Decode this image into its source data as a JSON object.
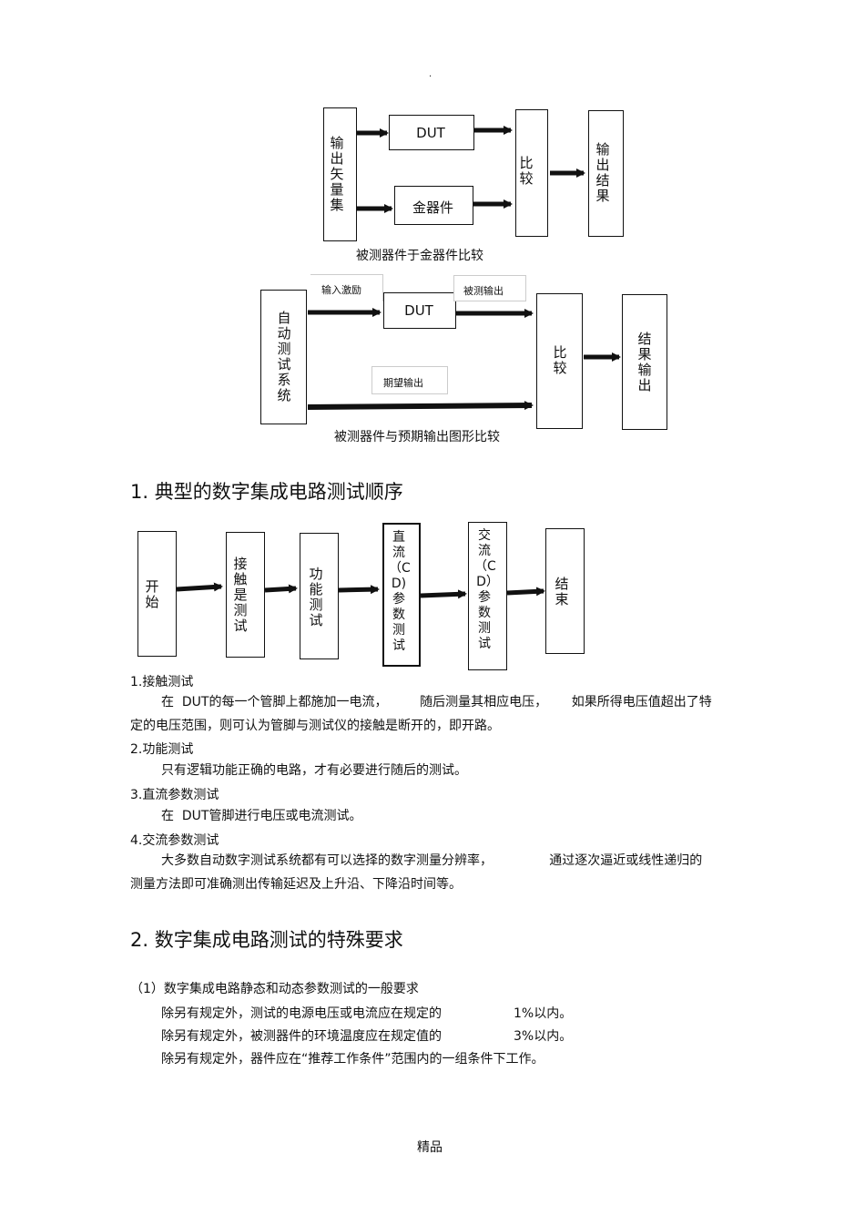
{
  "top_dot": ".",
  "diagram1": {
    "output_vectors": "输出矢量集",
    "dut": "DUT",
    "golden": "金器件",
    "compare": "比较",
    "result": "输出结果",
    "caption": "被测器件于金器件比较"
  },
  "diagram2": {
    "ate": "自动测试系统",
    "input_stim": "输入激励",
    "dut": "DUT",
    "dut_output": "被测输出",
    "expected": "期望输出",
    "compare": "比较",
    "result": "结果输出",
    "caption": "被测器件与预期输出图形比较"
  },
  "section1": {
    "heading": "1. 典型的数字集成电路测试顺序",
    "flow": [
      "开始",
      "接触是测试",
      "功能测试",
      "直流（CD)参数测试",
      "交流（CD）参数测试",
      "结束"
    ],
    "items": [
      {
        "title": "1.接触测试",
        "lines": [
          "在  DUT的每一个管脚上都施加一电流，        随后测量其相应电压，      如果所得电压值超出了特",
          "定的电压范围，则可认为管脚与测试仪的接触是断开的，即开路。"
        ]
      },
      {
        "title": "2.功能测试",
        "lines": [
          "只有逻辑功能正确的电路，才有必要进行随后的测试。"
        ]
      },
      {
        "title": "3.直流参数测试",
        "lines": [
          "在  DUT管脚进行电压或电流测试。"
        ]
      },
      {
        "title": "4.交流参数测试",
        "lines": [
          "大多数自动数字测试系统都有可以选择的数字测量分辨率，              通过逐次逼近或线性递归的",
          "测量方法即可准确测出传输延迟及上升沿、下降沿时间等。"
        ]
      }
    ]
  },
  "section2": {
    "heading": "2. 数字集成电路测试的特殊要求",
    "sub": "（1）数字集成电路静态和动态参数测试的一般要求",
    "lines": [
      {
        "text": "除另有规定外，测试的电源电压或电流应在规定的",
        "value": "1%以内。"
      },
      {
        "text": "除另有规定外，被测器件的环境温度应在规定值的",
        "value": "3%以内。"
      },
      {
        "text": "除另有规定外，器件应在“推荐工作条件”范围内的一组条件下工作。",
        "value": ""
      }
    ]
  },
  "footer": "精品"
}
